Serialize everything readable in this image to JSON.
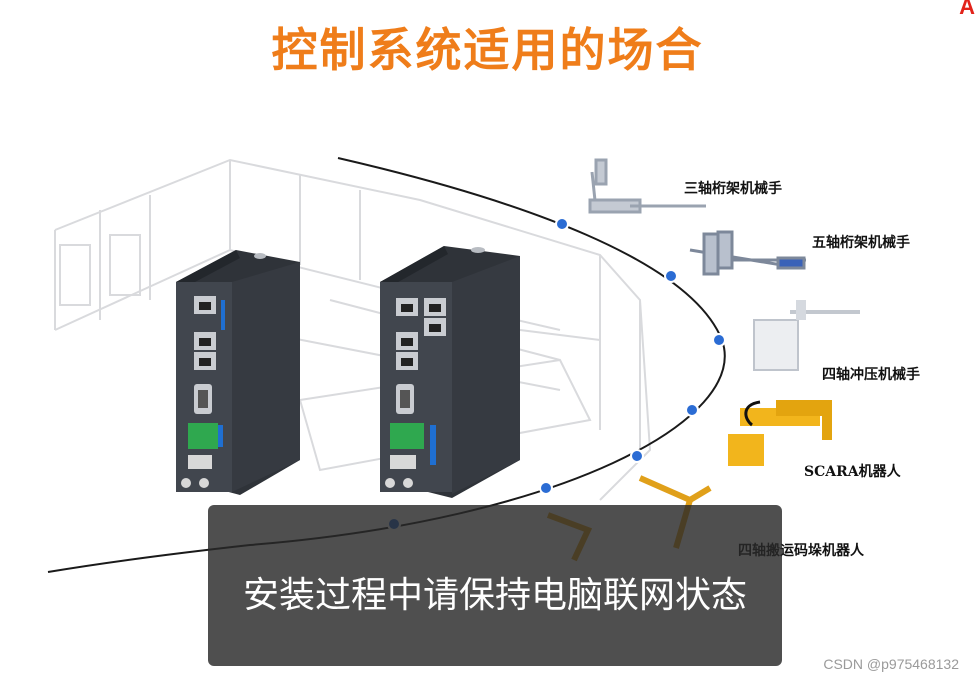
{
  "slide": {
    "title": "控制系统适用的场合",
    "logo_text": "A",
    "robots": [
      {
        "label": "三轴桁架机械手"
      },
      {
        "label": "五轴桁架机械手"
      },
      {
        "label": "四轴冲压机械手"
      },
      {
        "label": "SCARA机器人"
      },
      {
        "label": "四轴搬运码垛机器人"
      }
    ]
  },
  "video": {
    "caption": "安装过程中请保持电脑联网状态"
  },
  "watermark": "CSDN @p975468132",
  "colors": {
    "title": "#ef7d1a",
    "curve_dot": "#2b6cd4",
    "controller_body": "#3a3f47",
    "robot_yellow": "#f2b51c"
  },
  "icons": [
    "ethernet-port-icon",
    "serial-port-icon",
    "terminal-block-icon"
  ]
}
